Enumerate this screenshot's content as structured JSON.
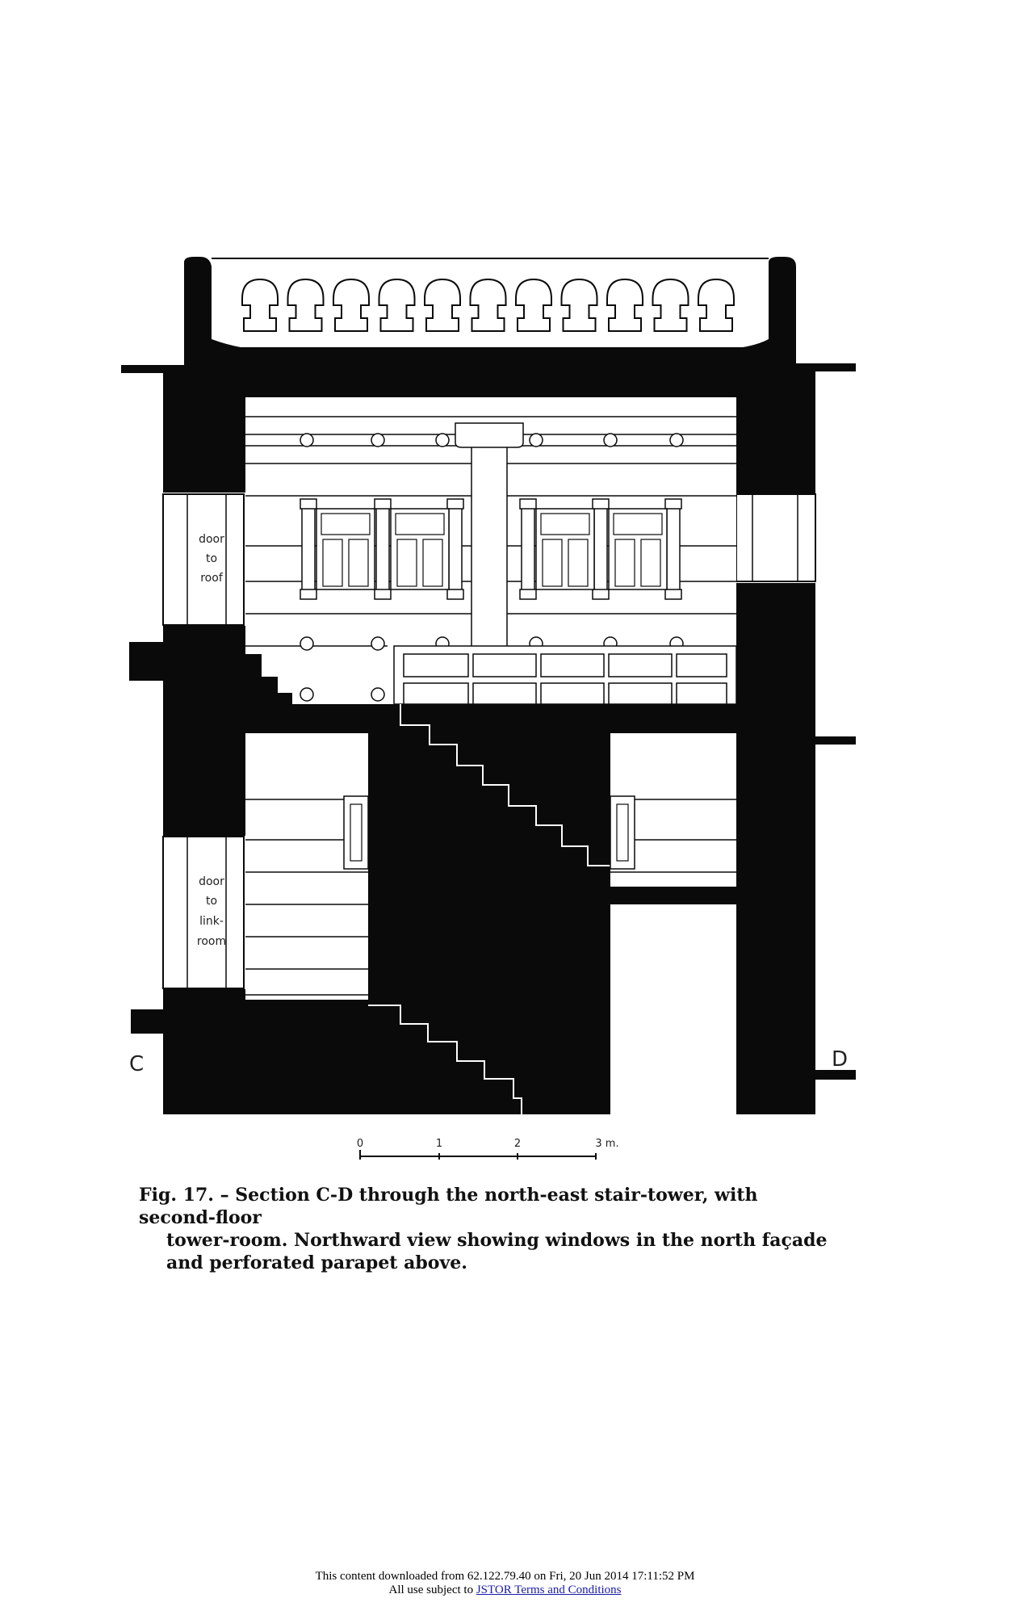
{
  "figure": {
    "labels": {
      "door_to_roof": [
        "door",
        "to",
        "roof"
      ],
      "door_to_link_room": [
        "door",
        "to",
        "link-",
        "room"
      ],
      "section_start": "C",
      "section_end": "D"
    },
    "scale_bar": {
      "ticks": [
        "0",
        "1",
        "2",
        "3 m."
      ]
    }
  },
  "caption": {
    "label": "Fig. 17. –",
    "line1": "Section C-D through the north-east stair-tower, with second-floor",
    "line2": "tower-room. Northward view showing windows in the north façade",
    "line3": "and perforated parapet above."
  },
  "footer": {
    "download_line": "This content downloaded from 62.122.79.40 on Fri, 20 Jun 2014 17:11:52 PM",
    "terms_prefix": "All use subject to",
    "terms_link": "JSTOR Terms and Conditions"
  },
  "colors": {
    "ink": "#0a0a0a",
    "paper": "#ffffff",
    "link": "#1a1aa6"
  }
}
